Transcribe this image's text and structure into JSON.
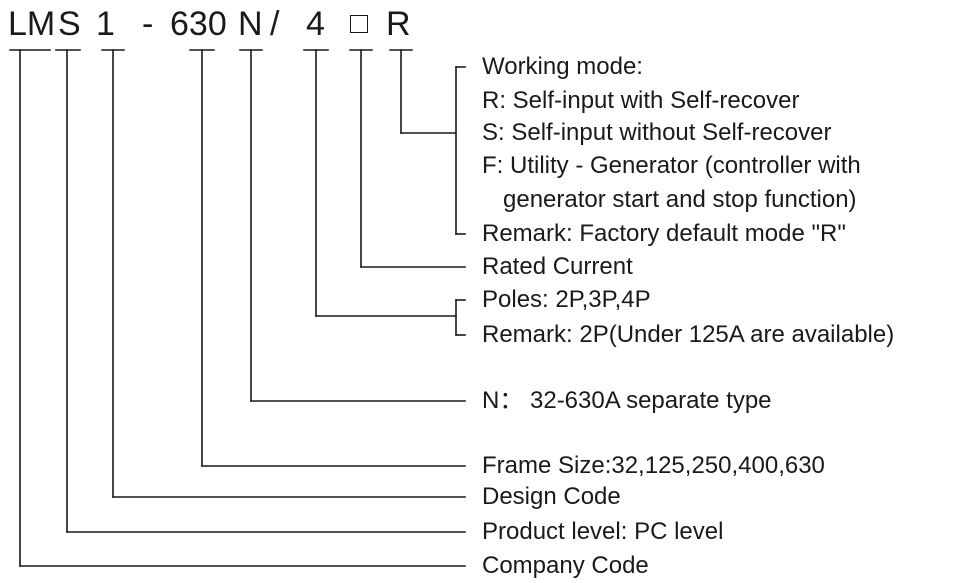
{
  "model_code": {
    "company": "LM",
    "product_level": "S",
    "design": "1",
    "dash": "-",
    "frame_size": "630",
    "type": "N",
    "slash": "/",
    "poles": "4",
    "mode": "R"
  },
  "descriptions": {
    "working_mode_title": "Working mode:",
    "mode_r": "R: Self-input with Self-recover",
    "mode_s": "S: Self-input without Self-recover",
    "mode_f_line1": "F: Utility - Generator (controller with",
    "mode_f_line2": "generator start and stop function)",
    "mode_remark": "Remark:  Factory default mode \"R\"",
    "rated_current": "Rated Current",
    "poles": "Poles: 2P,3P,4P",
    "poles_remark": "Remark: 2P(Under 125A are available)",
    "type": "N： 32-630A separate type",
    "frame_size": "Frame Size:32,125,250,400,630",
    "design_code": "Design Code",
    "product_level": "Product level: PC  level",
    "company_code": "Company Code"
  },
  "colors": {
    "ink": "#1a1a1a",
    "background": "#ffffff"
  }
}
